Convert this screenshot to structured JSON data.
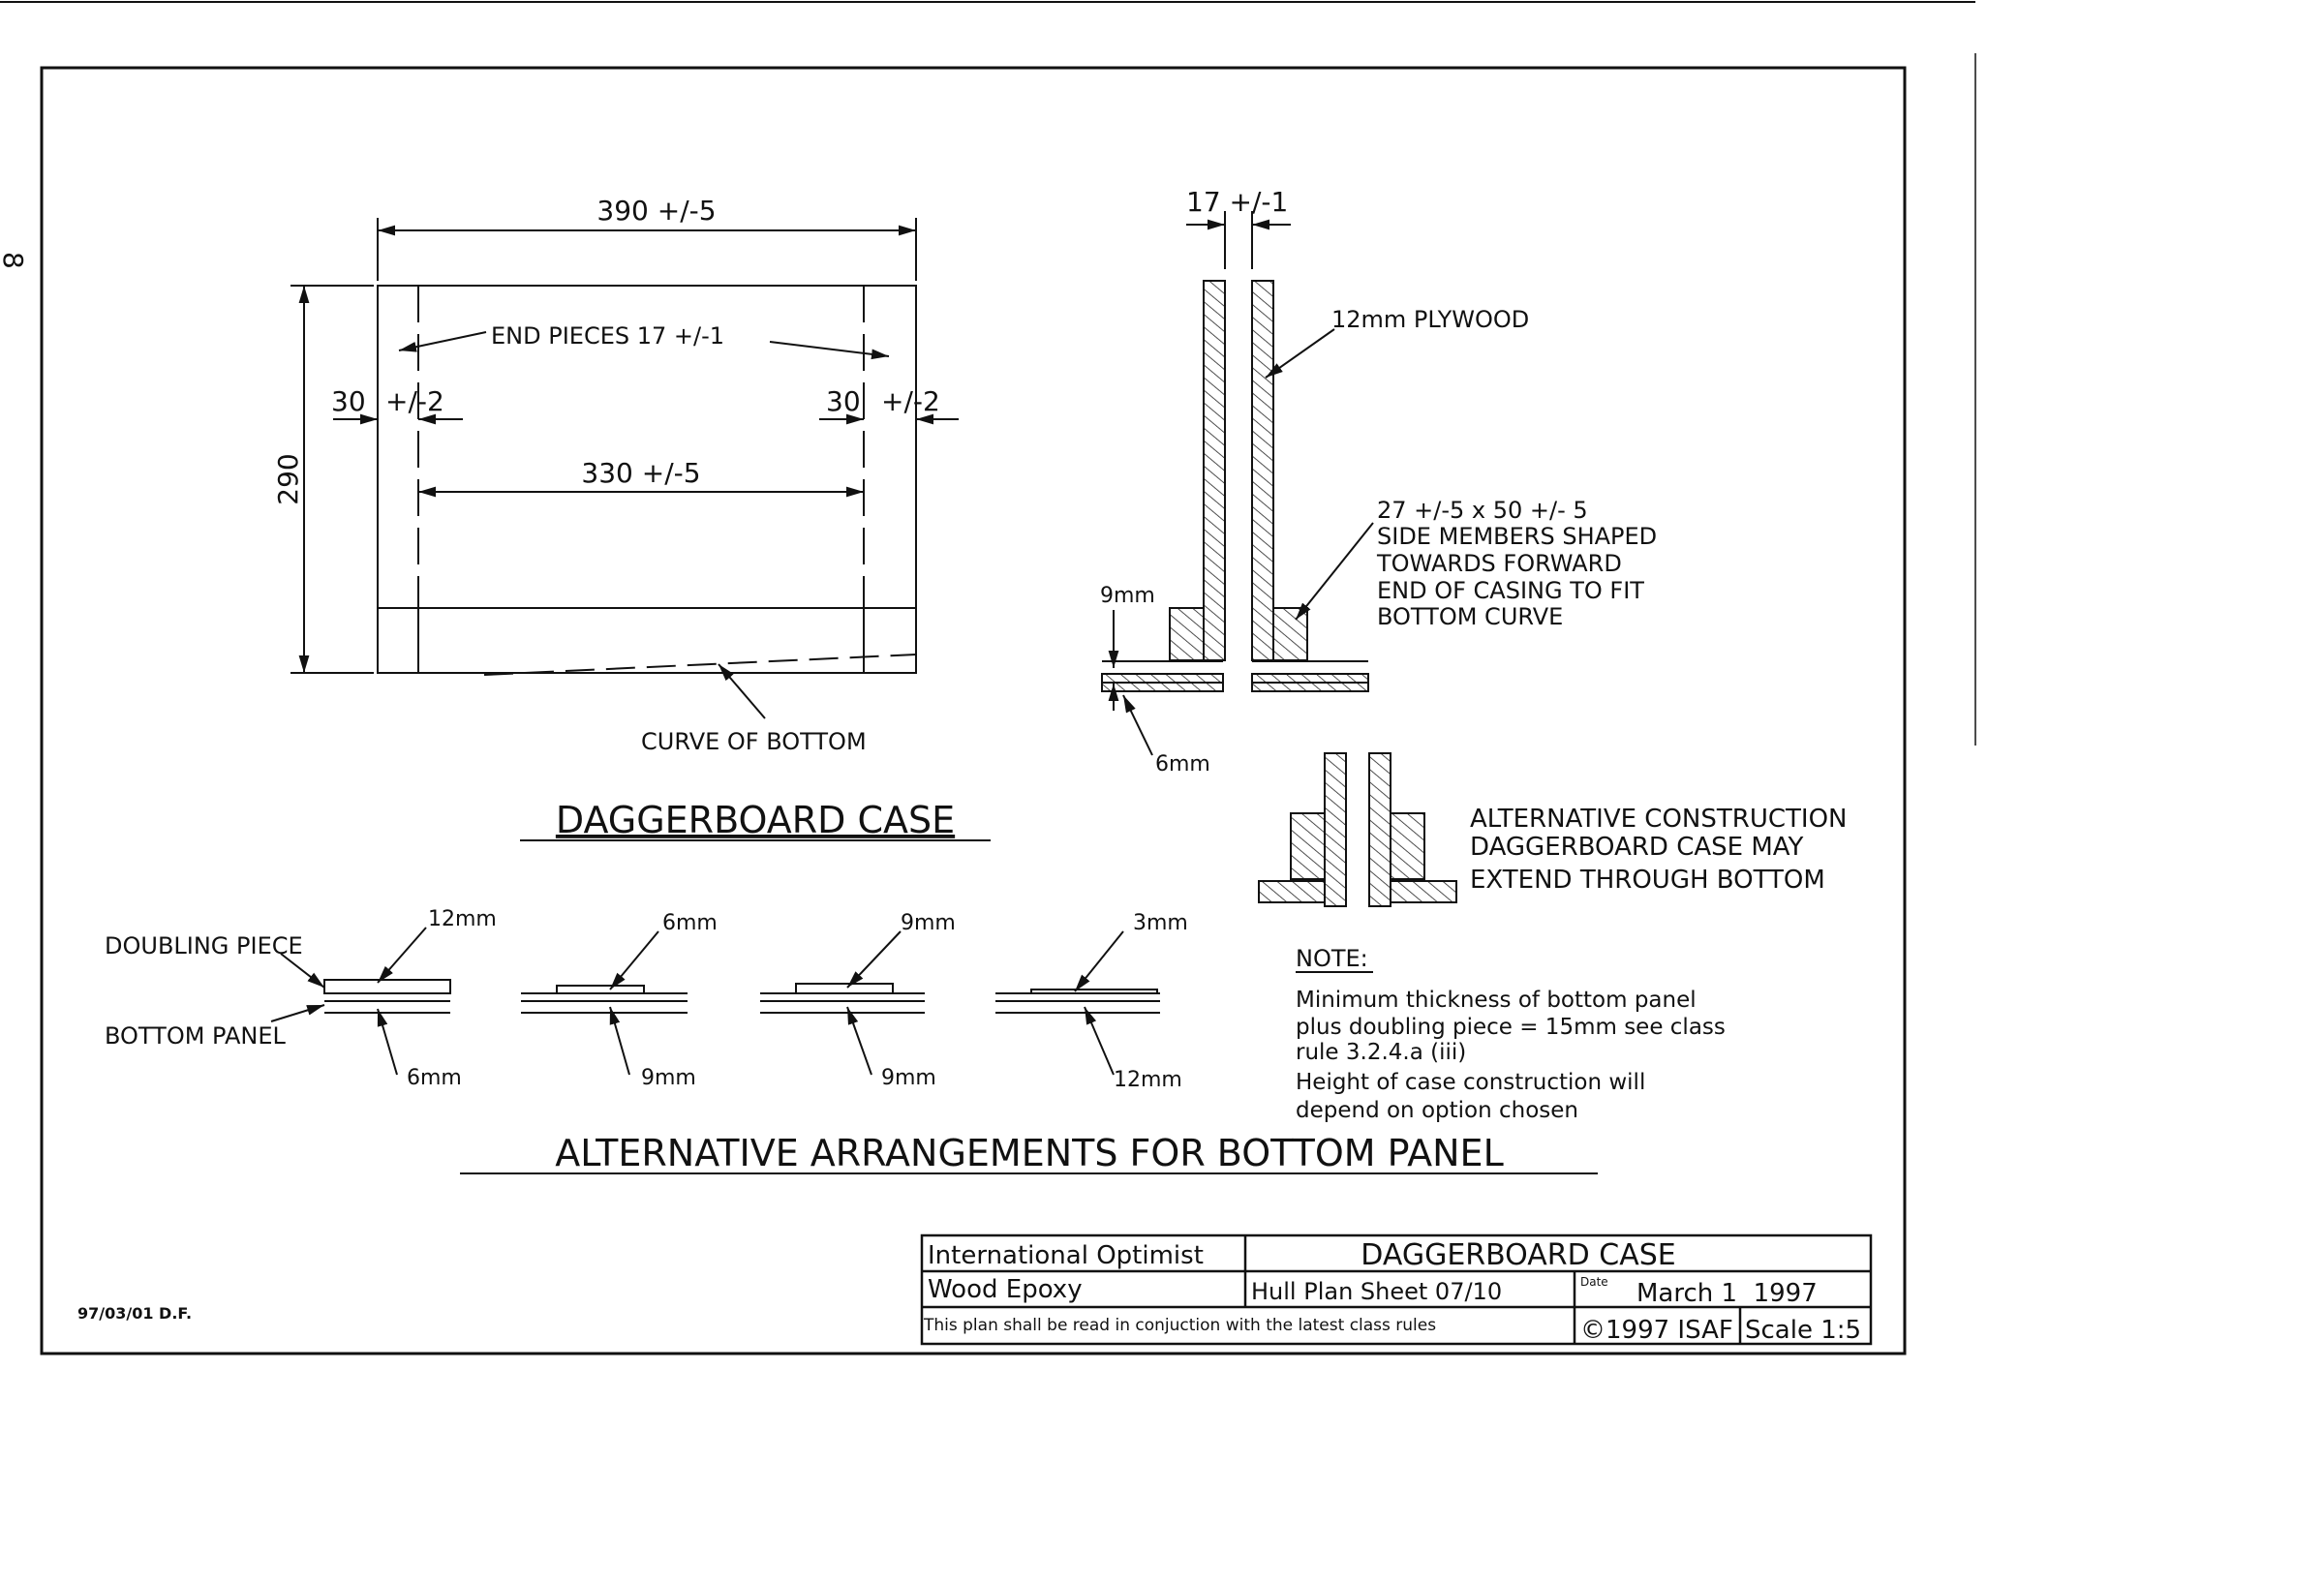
{
  "margin_mark": "8",
  "case_plan": {
    "overall_length": "390 +/-5",
    "inner_length": "330 +/-5",
    "height": "290",
    "end_pieces": "END PIECES 17 +/-1",
    "left_end_left": "30",
    "left_end_right": "+/-2",
    "right_end_left": "30",
    "right_end_right": "+/-2",
    "curve_label": "CURVE OF BOTTOM"
  },
  "case_title": "DAGGERBOARD CASE",
  "section": {
    "gap_dim": "17 +/-1",
    "plywood_label": "12mm PLYWOOD",
    "side_members": [
      "27 +/-5 x 50 +/- 5",
      "SIDE MEMBERS SHAPED",
      "TOWARDS FORWARD",
      "END OF CASING TO FIT",
      "BOTTOM CURVE"
    ],
    "dim_9mm": "9mm",
    "dim_6mm": "6mm"
  },
  "alternative": {
    "lines": [
      "ALTERNATIVE CONSTRUCTION",
      "DAGGERBOARD CASE MAY",
      "EXTEND THROUGH BOTTOM"
    ]
  },
  "bottom_panel": {
    "doubling_label": "DOUBLING PIECE",
    "bottom_label": "BOTTOM PANEL",
    "options": [
      {
        "top": "12mm",
        "bottom": "6mm"
      },
      {
        "top": "6mm",
        "bottom": "9mm"
      },
      {
        "top": "9mm",
        "bottom": "9mm"
      },
      {
        "top": "3mm",
        "bottom": "12mm"
      }
    ],
    "title": "ALTERNATIVE ARRANGEMENTS FOR BOTTOM PANEL"
  },
  "note": {
    "heading": "NOTE:",
    "lines": [
      "Minimum thickness of bottom panel",
      "plus doubling piece = 15mm see class",
      "rule 3.2.4.a (iii)",
      "Height of case construction will",
      "depend on option chosen"
    ]
  },
  "title_block": {
    "class_name": "International Optimist",
    "title": "DAGGERBOARD CASE",
    "material": "Wood Epoxy",
    "sheet": "Hull Plan Sheet 07/10",
    "date_label": "Date",
    "date": "March 1  1997",
    "disclaimer": "This plan shall be read in conjuction with the latest class rules",
    "copyright": "©1997 ISAF",
    "scale": "Scale 1:5"
  },
  "drawing_ref": "97/03/01 D.F."
}
